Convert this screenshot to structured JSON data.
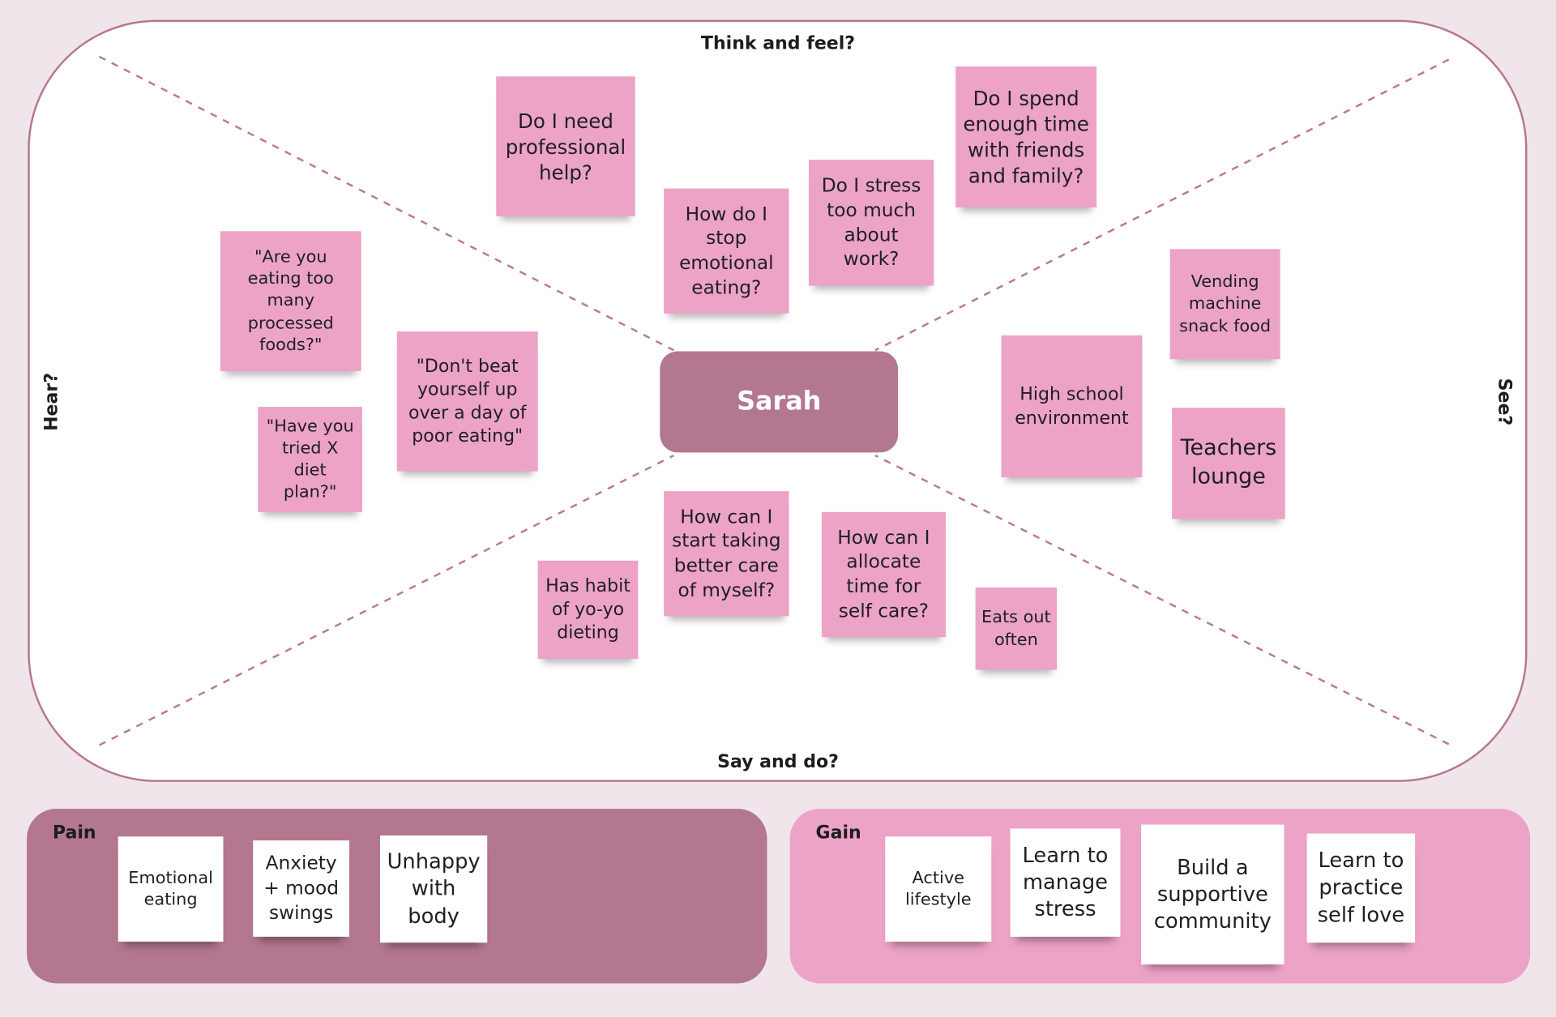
{
  "persona": "Sarah",
  "quadrants": {
    "top": "Think and feel?",
    "bottom": "Say and do?",
    "left": "Hear?",
    "right": "See?"
  },
  "notes": {
    "think": [
      "Do I need\nprofessional\nhelp?",
      "How do I\nstop\nemotional\neating?",
      "Do I stress\ntoo much\nabout\nwork?",
      "Do I spend\nenough time\nwith friends\nand family?"
    ],
    "hear": [
      "\"Are you\neating too\nmany\nprocessed\nfoods?\"",
      "\"Don't beat\nyourself up\nover a day of\npoor eating\"",
      "\"Have you\ntried X diet\nplan?\""
    ],
    "see": [
      "Vending\nmachine\nsnack food",
      "High school\nenvironment",
      "Teachers\nlounge"
    ],
    "say_do": [
      "How can I\nstart taking\nbetter care\nof myself?",
      "How can I\nallocate\ntime for\nself care?",
      "Has habit\nof yo-yo\ndieting",
      "Eats out\noften"
    ]
  },
  "pain": {
    "title": "Pain",
    "items": [
      "Emotional\neating",
      "Anxiety\n+ mood\nswings",
      "Unhappy\nwith\nbody"
    ]
  },
  "gain": {
    "title": "Gain",
    "items": [
      "Active\nlifestyle",
      "Learn to\nmanage\nstress",
      "Build a\nsupportive\ncommunity",
      "Learn to\npractice\nself love"
    ]
  },
  "colors": {
    "note_pink": "#eca3c6",
    "center": "#b3778f",
    "frame_border": "#b5778f",
    "background": "#f1e5ec",
    "note_white": "#ffffff"
  }
}
